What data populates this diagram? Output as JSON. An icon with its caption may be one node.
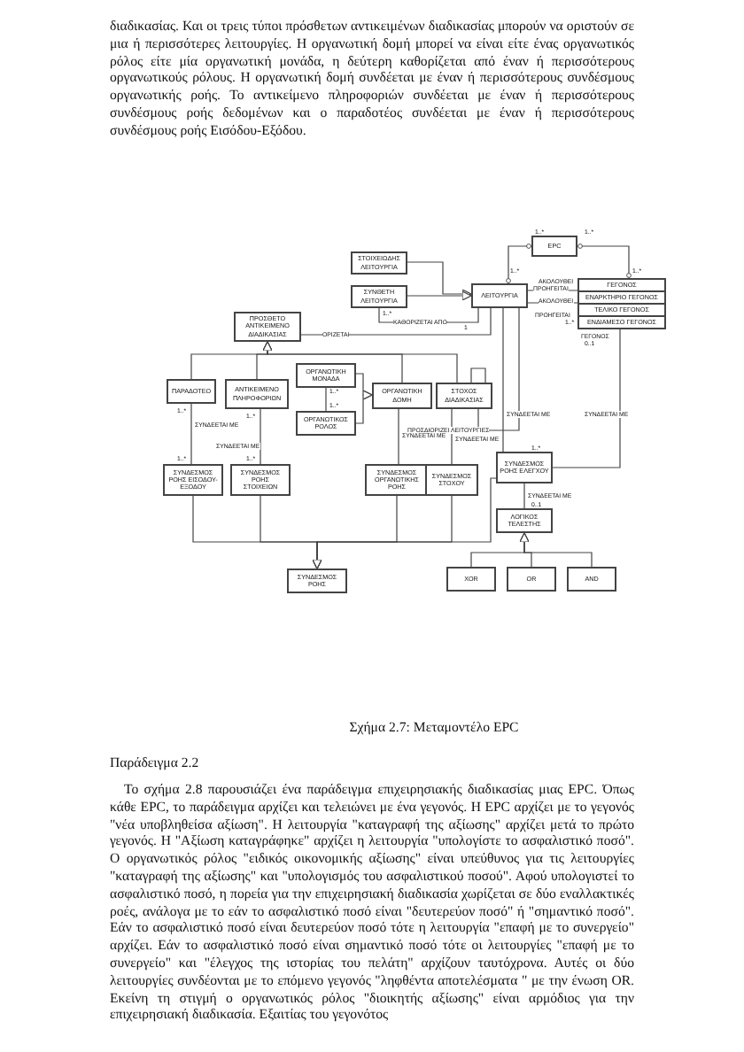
{
  "diagram": {
    "caption": "Σχήμα 2.7: Μεταμοντέλο EPC",
    "nodes": [
      {
        "text": [
          "ΣΤΟΙΧΕΙΩΔΗΣ ΛΕΙΤΟΥΡΓΙΑ"
        ]
      },
      {
        "text": [
          "ΣΥΝΘΕΤΗ ΛΕΙΤΟΥΡΓΙΑ"
        ]
      },
      {
        "text": [
          "ΠΡΟΣΘΕΤΟ ΑΝΤΙΚΕΙΜΕΝΟ ΔΙΑΔΙΚΑΣΙΑΣ"
        ]
      },
      {
        "text": [
          "ΛΕΙΤΟΥΡΓΙΑ"
        ]
      },
      {
        "text": [
          "EPC"
        ]
      },
      {
        "text": [
          "ΓΕΓΟΝΟΣ",
          "ΕΝΑΡΚΤΗΡΙΟ ΓΕΓΟΝΟΣ",
          "ΤΕΛΙΚΟ ΓΕΓΟΝΟΣ",
          "ΕΝΔΙΑΜΕΣΟ ΓΕΓΟΝΟΣ"
        ],
        "beside": [
          "ΓΕΓΟΝΟΣ"
        ]
      },
      {
        "text": [
          "ΠΑΡΑΔΟΤΕΟ"
        ]
      },
      {
        "text": [
          "ΑΝΤΙΚΕΙΜΕΝΟ ΠΛΗΡΟΦΟΡΙΩΝ"
        ]
      },
      {
        "text": [
          "ΟΡΓΑΝΩΤΙΚΗ ΜΟΝΑΔΑ"
        ]
      },
      {
        "text": [
          "ΟΡΓΑΝΩΤΙΚΟΣ ΡΟΛΟΣ"
        ]
      },
      {
        "text": [
          "ΟΡΓΑΝΩΤΙΚΗ ΔΟΜΗ"
        ]
      },
      {
        "text": [
          "ΣΤΟΧΟΣ ΔΙΑΔΙΚΑΣΙΑΣ"
        ]
      },
      {
        "text": [
          "ΣΥΝΔΕΣΜΟΣ ΡΟΗΣ ΕΙΣΟΔΟΥ-ΕΞΟΔΟΥ"
        ]
      },
      {
        "text": [
          "ΣΥΝΔΕΣΜΟΣ ΡΟΗΣ ΣΤΟΙΧΕΙΩΝ"
        ]
      },
      {
        "text": [
          "ΣΥΝΔΕΣΜΟΣ ΟΡΓΑΝΩΤΙΚΗΣ ΡΟΗΣ"
        ]
      },
      {
        "text": [
          "ΣΥΝΔΕΣΜΟΣ ΣΤΟΧΟΥ"
        ]
      },
      {
        "text": [
          "ΣΥΝΔΕΣΜΟΣ ΡΟΗΣ ΕΛΕΓΧΟΥ"
        ]
      },
      {
        "text": [
          "ΛΟΓΙΚΟΣ ΤΕΛΕΣΤΗΣ"
        ]
      },
      {
        "text": [
          "XOR"
        ]
      },
      {
        "text": [
          "OR"
        ]
      },
      {
        "text": [
          "AND"
        ]
      },
      {
        "text": [
          "ΣΥΝΔΕΣΜΟΣ ΡΟΗΣ"
        ]
      }
    ],
    "edges": [
      {
        "from": 0,
        "to": 3,
        "arrow": "to"
      },
      {
        "from": 1,
        "to": 3,
        "arrow": "to"
      },
      {
        "from": 1,
        "to": 3,
        "arrow": "none",
        "label": "ΚΑΘΟΡΙΖΕΤΑΙ ΑΠΟ"
      },
      {
        "from": 2,
        "to": 3,
        "arrow": "none",
        "label": "ΟΡΙΖΕΤΑΙ"
      },
      {
        "from": 4,
        "to": 3,
        "arrow": "other"
      },
      {
        "from": 4,
        "to": 5,
        "arrow": "other"
      },
      {
        "from": 3,
        "to": 5,
        "arrow": "none",
        "label": "ΠΡΟΗΓΕΙΤΑΙ"
      },
      {
        "from": 3,
        "to": 5,
        "arrow": "none",
        "label": "ΑΚΟΛΟΥΘΕΙ"
      },
      {
        "from": 6,
        "to": 2,
        "arrow": "to"
      },
      {
        "from": 7,
        "to": 2,
        "arrow": "to"
      },
      {
        "from": 10,
        "to": 2,
        "arrow": "to"
      },
      {
        "from": 11,
        "to": 2,
        "arrow": "to"
      },
      {
        "from": 8,
        "to": 10,
        "arrow": "to"
      },
      {
        "from": 9,
        "to": 10,
        "arrow": "to"
      },
      {
        "from": 8,
        "to": 9,
        "arrow": "none"
      },
      {
        "from": 11,
        "to": 11,
        "arrow": "none"
      },
      {
        "from": 11,
        "to": 3,
        "arrow": "none",
        "label": "ΠΡΟΣΔΙΟΡΙΖΕΙ ΛΕΙΤΟΥΡΓΙΕΣ"
      },
      {
        "from": 6,
        "to": 12,
        "arrow": "none",
        "label": "ΣΥΝΔΕΕΤΑΙ ΜΕ"
      },
      {
        "from": 7,
        "to": 13,
        "arrow": "none",
        "label": "ΣΥΝΔΕΕΤΑΙ ΜΕ"
      },
      {
        "from": 10,
        "to": 14,
        "arrow": "none",
        "label": "ΣΥΝΔΕΕΤΑΙ ΜΕ"
      },
      {
        "from": 11,
        "to": 15,
        "arrow": "none",
        "label": "ΣΥΝΔΕΕΤΑΙ ΜΕ"
      },
      {
        "from": 3,
        "to": 16,
        "arrow": "none",
        "label": "ΣΥΝΔΕΕΤΑΙ ΜΕ"
      },
      {
        "from": 5,
        "to": 16,
        "arrow": "none",
        "label": "ΣΥΝΔΕΕΤΑΙ ΜΕ"
      },
      {
        "from": 16,
        "to": 17,
        "arrow": "none",
        "label": "ΣΥΝΔΕΕΤΑΙ ΜΕ"
      },
      {
        "from": 18,
        "to": 17,
        "arrow": "to"
      },
      {
        "from": 19,
        "to": 17,
        "arrow": "to"
      },
      {
        "from": 20,
        "to": 17,
        "arrow": "to"
      },
      {
        "from": 12,
        "to": 21,
        "arrow": "to"
      },
      {
        "from": 13,
        "to": 21,
        "arrow": "to"
      },
      {
        "from": 14,
        "to": 21,
        "arrow": "to"
      },
      {
        "from": 15,
        "to": 21,
        "arrow": "to"
      },
      {
        "from": 16,
        "to": 21,
        "arrow": "to"
      }
    ],
    "labels": [
      "διαδικασίας. Και οι τρεις τύποι πρόσθετων αντικειμένων διαδικασίας μπορούν να οριστούν σε μια ή περισσότερες λειτουργίες. Η οργανωτική δομή μπορεί να είναι είτε ένας οργανωτικός ρόλος είτε μία οργανωτική μονάδα, η δεύτερη καθορίζεται από έναν ή περισσότερους οργανωτικούς ρόλους. Η οργανωτική δομή συνδέεται με έναν ή περισσότερους συνδέσμους οργανωτικής ροής. Το αντικείμενο πληροφοριών συνδέεται με έναν ή περισσότερους συνδέσμους ροής δεδομένων και ο παραδοτέος συνδέεται με έναν ή περισσότερους συνδέσμους ροής Εισόδου-Εξόδου.",
      "1..*",
      "1",
      "1..*",
      "1..*",
      "1..*",
      "1..*",
      "ΠΡΟΗΓΕΙΤΑΙ",
      "ΑΚΟΛΟΥΘΕΙ",
      "1..*",
      "0..1",
      "1..*",
      "1..*",
      "1..*",
      "1..*",
      "1..*",
      "1..*",
      "1..*",
      "0..1",
      "Παράδειγμα 2.2",
      "Το σχήμα 2.8 παρουσιάζει ένα παράδειγμα επιχειρησιακής διαδικασίας μιας EPC. Όπως κάθε EPC, το παράδειγμα αρχίζει και τελειώνει με ένα γεγονός. Η EPC αρχίζει με το γεγονός \"νέα υποβληθείσα αξίωση\". Η λειτουργία \"καταγραφή της αξίωσης\" αρχίζει μετά το πρώτο γεγονός. Η \"Αξίωση καταγράφηκε\" αρχίζει η λειτουργία \"υπολογίστε το ασφαλιστικό ποσό\". Ο οργανωτικός ρόλος \"ειδικός οικονομικής αξίωσης\" είναι υπεύθυνος για τις λειτουργίες \"καταγραφή της αξίωσης\" και \"υπολογισμός του ασφαλιστικού ποσού\". Αφού υπολογιστεί το ασφαλιστικό ποσό, η πορεία για την επιχειρησιακή διαδικασία χωρίζεται σε δύο εναλλακτικές ροές, ανάλογα με το εάν το ασφαλιστικό ποσό είναι \"δευτερεύον ποσό\" ή \"σημαντικό ποσό\". Εάν το ασφαλιστικό ποσό είναι δευτερεύον ποσό τότε η λειτουργία \"επαφή με το συνεργείο\" αρχίζει. Εάν το ασφαλιστικό ποσό είναι σημαντικό ποσό τότε οι λειτουργίες \"επαφή με το συνεργείο\" και \"έλεγχος της ιστορίας του πελάτη\" αρχίζουν ταυτόχρονα. Αυτές οι δύο λειτουργίες συνδέονται με το επόμενο γεγονός \"ληφθέντα αποτελέσματα \" με την ένωση OR. Εκείνη τη στιγμή ο οργανωτικός ρόλος \"διοικητής αξίωσης\" είναι αρμόδιος για την επιχειρησιακή διαδικασία. Εξαιτίας του γεγονότος"
    ]
  }
}
